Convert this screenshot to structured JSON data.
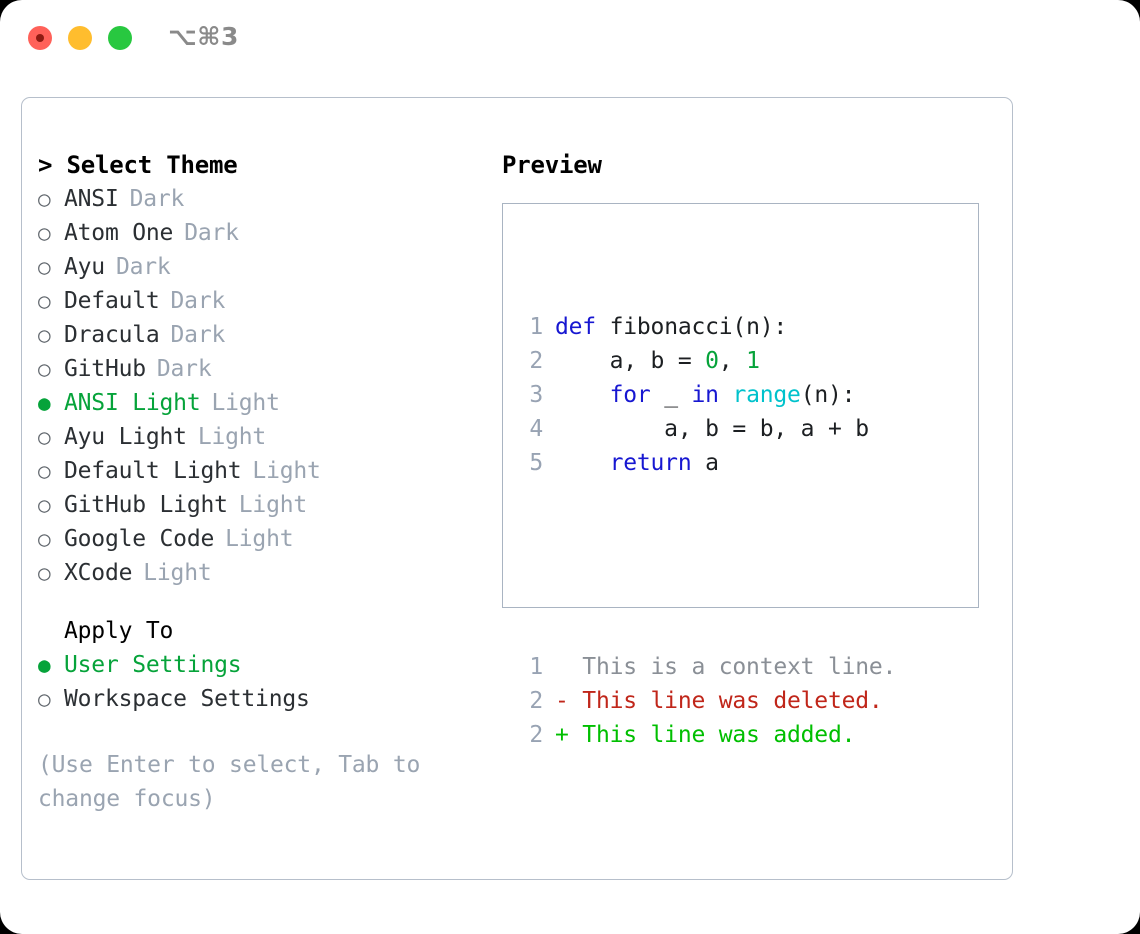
{
  "window": {
    "shortcut_label": "⌥⌘3",
    "traffic_lights": [
      "close",
      "minimize",
      "maximize"
    ]
  },
  "theme_picker": {
    "header": "> Select Theme",
    "bullet_selected": "●",
    "bullet_unselected": "○",
    "items": [
      {
        "name": "ANSI",
        "variant": "Dark",
        "selected": false
      },
      {
        "name": "Atom One",
        "variant": "Dark",
        "selected": false
      },
      {
        "name": "Ayu",
        "variant": "Dark",
        "selected": false
      },
      {
        "name": "Default",
        "variant": "Dark",
        "selected": false
      },
      {
        "name": "Dracula",
        "variant": "Dark",
        "selected": false
      },
      {
        "name": "GitHub",
        "variant": "Dark",
        "selected": false
      },
      {
        "name": "ANSI Light",
        "variant": "Light",
        "selected": true
      },
      {
        "name": "Ayu Light",
        "variant": "Light",
        "selected": false
      },
      {
        "name": "Default Light",
        "variant": "Light",
        "selected": false
      },
      {
        "name": "GitHub Light",
        "variant": "Light",
        "selected": false
      },
      {
        "name": "Google Code",
        "variant": "Light",
        "selected": false
      },
      {
        "name": "XCode",
        "variant": "Light",
        "selected": false
      }
    ]
  },
  "apply_to": {
    "header": "Apply To",
    "items": [
      {
        "name": "User Settings",
        "selected": true
      },
      {
        "name": "Workspace Settings",
        "selected": false
      }
    ]
  },
  "hint": "(Use Enter to select, Tab to change focus)",
  "preview": {
    "header": "Preview",
    "code_lines": [
      {
        "num": "1",
        "tokens": [
          {
            "t": "def",
            "c": "kw"
          },
          {
            "t": " fibonacci(n):",
            "c": "plain"
          }
        ]
      },
      {
        "num": "2",
        "tokens": [
          {
            "t": "    a, b = ",
            "c": "plain"
          },
          {
            "t": "0",
            "c": "num"
          },
          {
            "t": ", ",
            "c": "plain"
          },
          {
            "t": "1",
            "c": "num"
          }
        ]
      },
      {
        "num": "3",
        "tokens": [
          {
            "t": "    ",
            "c": "plain"
          },
          {
            "t": "for",
            "c": "kw"
          },
          {
            "t": " _ ",
            "c": "plain"
          },
          {
            "t": "in",
            "c": "kw"
          },
          {
            "t": " ",
            "c": "plain"
          },
          {
            "t": "range",
            "c": "fn"
          },
          {
            "t": "(n):",
            "c": "plain"
          }
        ]
      },
      {
        "num": "4",
        "tokens": [
          {
            "t": "        a, b = b, a + b",
            "c": "plain"
          }
        ]
      },
      {
        "num": "5",
        "tokens": [
          {
            "t": "    ",
            "c": "plain"
          },
          {
            "t": "return",
            "c": "kw"
          },
          {
            "t": " a",
            "c": "plain"
          }
        ]
      }
    ],
    "diff_lines": [
      {
        "num": "1",
        "text": "  This is a context line.",
        "kind": "diff-ctx"
      },
      {
        "num": "2",
        "text": "- This line was deleted.",
        "kind": "diff-del"
      },
      {
        "num": "2",
        "text": "+ This line was added.",
        "kind": "diff-add"
      }
    ]
  },
  "colors": {
    "accent_green": "#06a33a",
    "keyword_blue": "#1717d1",
    "function_cyan": "#00c2cc",
    "number_green": "#06a33a",
    "diff_deleted_red": "#c0261a",
    "diff_added_green": "#00bf00",
    "muted_gray": "#9aa4b1",
    "border_gray": "#a9b4c2"
  }
}
